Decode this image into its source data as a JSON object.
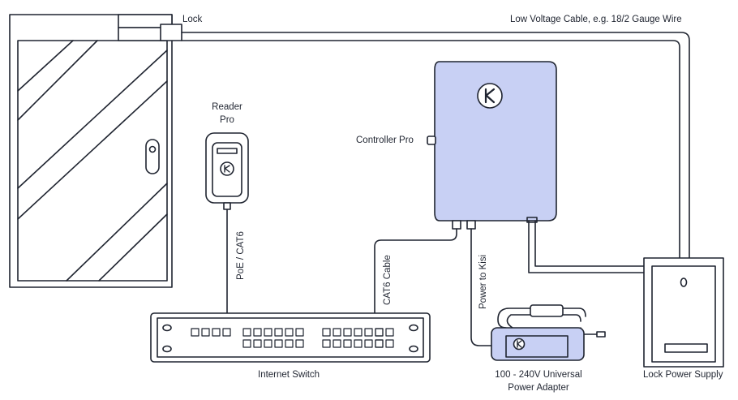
{
  "labels": {
    "lock": "Lock",
    "low_voltage_cable": "Low Voltage Cable, e.g. 18/2 Gauge Wire",
    "reader_line1": "Reader",
    "reader_line2": "Pro",
    "controller": "Controller Pro",
    "poe_cat6": "PoE / CAT6",
    "cat6_cable": "CAT6 Cable",
    "power_to_kisi": "Power to Kisi",
    "internet_switch": "Internet Switch",
    "adapter_line1": "100 - 240V Universal",
    "adapter_line2": "Power Adapter",
    "lock_power_supply": "Lock Power Supply"
  },
  "colors": {
    "stroke": "#1f2430",
    "controller_fill": "#c8d0f4",
    "adapter_fill": "#c8d0f4",
    "background": "#ffffff"
  },
  "icons": [
    "kisi-logo-icon"
  ]
}
